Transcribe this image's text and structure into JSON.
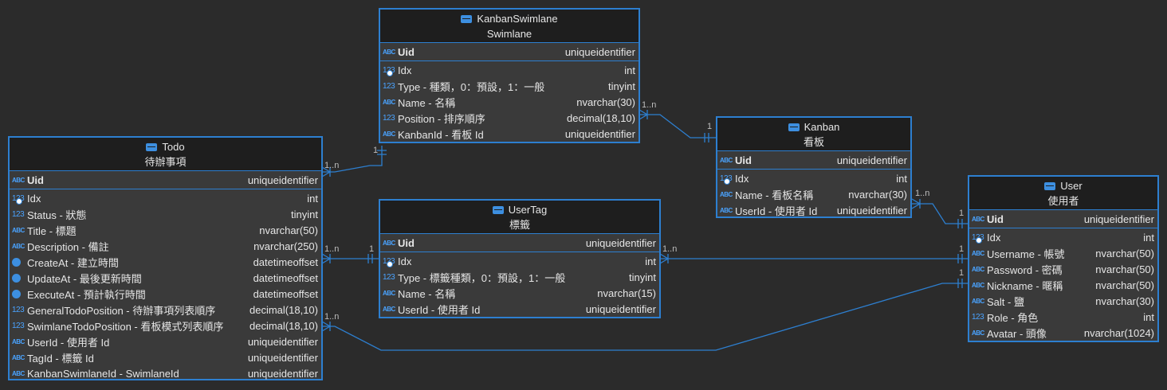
{
  "colors": {
    "background": "#2b2b2b",
    "border": "#2d7fd0",
    "header": "#1e1e1e",
    "body": "#3a3a3a",
    "icon": "#3d8fe0"
  },
  "entities": {
    "swimlane": {
      "name": "KanbanSwimlane",
      "subtitle": "Swimlane",
      "pk": {
        "icon": "abc",
        "name": "Uid",
        "type": "uniqueidentifier"
      },
      "columns": [
        {
          "icon": "key",
          "name": "Idx",
          "type": "int"
        },
        {
          "icon": "num",
          "name": "Type - 種類，0：預設，1：一般",
          "type": "tinyint"
        },
        {
          "icon": "abc",
          "name": "Name - 名稱",
          "type": "nvarchar(30)"
        },
        {
          "icon": "num",
          "name": "Position - 排序順序",
          "type": "decimal(18,10)"
        },
        {
          "icon": "abc",
          "name": "KanbanId - 看板 Id",
          "type": "uniqueidentifier"
        }
      ]
    },
    "todo": {
      "name": "Todo",
      "subtitle": "待辦事項",
      "pk": {
        "icon": "abc",
        "name": "Uid",
        "type": "uniqueidentifier"
      },
      "columns": [
        {
          "icon": "key",
          "name": "Idx",
          "type": "int"
        },
        {
          "icon": "num",
          "name": "Status - 狀態",
          "type": "tinyint"
        },
        {
          "icon": "abc",
          "name": "Title - 標題",
          "type": "nvarchar(50)"
        },
        {
          "icon": "abc",
          "name": "Description - 備註",
          "type": "nvarchar(250)"
        },
        {
          "icon": "clock",
          "name": "CreateAt - 建立時間",
          "type": "datetimeoffset"
        },
        {
          "icon": "clock",
          "name": "UpdateAt - 最後更新時間",
          "type": "datetimeoffset"
        },
        {
          "icon": "clock",
          "name": "ExecuteAt - 預計執行時間",
          "type": "datetimeoffset"
        },
        {
          "icon": "num",
          "name": "GeneralTodoPosition - 待辦事項列表順序",
          "type": "decimal(18,10)"
        },
        {
          "icon": "num",
          "name": "SwimlaneTodoPosition - 看板模式列表順序",
          "type": "decimal(18,10)"
        },
        {
          "icon": "abc",
          "name": "UserId - 使用者 Id",
          "type": "uniqueidentifier"
        },
        {
          "icon": "abc",
          "name": "TagId - 標籤 Id",
          "type": "uniqueidentifier"
        },
        {
          "icon": "abc",
          "name": "KanbanSwimlaneId - SwimlaneId",
          "type": "uniqueidentifier"
        }
      ]
    },
    "usertag": {
      "name": "UserTag",
      "subtitle": "標籤",
      "pk": {
        "icon": "abc",
        "name": "Uid",
        "type": "uniqueidentifier"
      },
      "columns": [
        {
          "icon": "key",
          "name": "Idx",
          "type": "int"
        },
        {
          "icon": "num",
          "name": "Type - 標籤種類，0：預設，1：一般",
          "type": "tinyint"
        },
        {
          "icon": "abc",
          "name": "Name - 名稱",
          "type": "nvarchar(15)"
        },
        {
          "icon": "abc",
          "name": "UserId - 使用者 Id",
          "type": "uniqueidentifier"
        }
      ]
    },
    "kanban": {
      "name": "Kanban",
      "subtitle": "看板",
      "pk": {
        "icon": "abc",
        "name": "Uid",
        "type": "uniqueidentifier"
      },
      "columns": [
        {
          "icon": "key",
          "name": "Idx",
          "type": "int"
        },
        {
          "icon": "abc",
          "name": "Name - 看板名稱",
          "type": "nvarchar(30)"
        },
        {
          "icon": "abc",
          "name": "UserId - 使用者 Id",
          "type": "uniqueidentifier"
        }
      ]
    },
    "user": {
      "name": "User",
      "subtitle": "使用者",
      "pk": {
        "icon": "abc",
        "name": "Uid",
        "type": "uniqueidentifier"
      },
      "columns": [
        {
          "icon": "key",
          "name": "Idx",
          "type": "int"
        },
        {
          "icon": "abc",
          "name": "Username - 帳號",
          "type": "nvarchar(50)"
        },
        {
          "icon": "abc",
          "name": "Password - 密碼",
          "type": "nvarchar(50)"
        },
        {
          "icon": "abc",
          "name": "Nickname - 暱稱",
          "type": "nvarchar(50)"
        },
        {
          "icon": "abc",
          "name": "Salt - 鹽",
          "type": "nvarchar(30)"
        },
        {
          "icon": "num",
          "name": "Role - 角色",
          "type": "int"
        },
        {
          "icon": "abc",
          "name": "Avatar - 頭像",
          "type": "nvarchar(1024)"
        }
      ]
    }
  },
  "relationships": [
    {
      "from": "todo",
      "to": "swimlane",
      "many": "1..n",
      "one": "1"
    },
    {
      "from": "swimlane",
      "to": "kanban",
      "many": "1..n",
      "one": "1"
    },
    {
      "from": "kanban",
      "to": "user",
      "many": "1..n",
      "one": "1"
    },
    {
      "from": "todo",
      "to": "usertag",
      "many": "1..n",
      "one": "1"
    },
    {
      "from": "usertag",
      "to": "user",
      "many": "1..n",
      "one": "1"
    },
    {
      "from": "todo",
      "to": "user",
      "many": "1..n",
      "one": "1"
    }
  ],
  "icon_glyphs": {
    "abc": "ABC",
    "num": "123",
    "key": "123",
    "clock": ""
  }
}
